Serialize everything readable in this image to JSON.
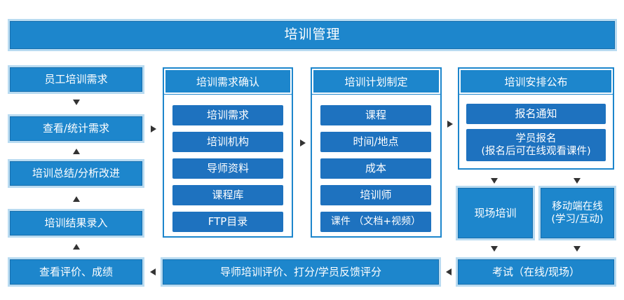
{
  "title": "培训管理",
  "left": {
    "step1": "员工培训需求",
    "step2": "查看/统计需求",
    "step3": "培训总结/分析改进",
    "step4": "培训结果录入",
    "step5": "查看评价、成绩"
  },
  "confirm": {
    "header": "培训需求确认",
    "items": [
      "培训需求",
      "培训机构",
      "导师资料",
      "课程库",
      "FTP目录"
    ]
  },
  "plan": {
    "header": "培训计划制定",
    "items": [
      "课程",
      "时间/地点",
      "成本",
      "培训师",
      "课件 （文档+视频）"
    ]
  },
  "publish": {
    "header": "培训安排公布",
    "items": [
      "报名通知",
      "学员报名\n(报名后可在线观看课件)"
    ]
  },
  "onsite": "现场培训",
  "mobile": "移动端在线\n(学习/互动)",
  "exam": "考试（在线/现场）",
  "evaluation": "导师培训评价、打分/学员反馈评分"
}
